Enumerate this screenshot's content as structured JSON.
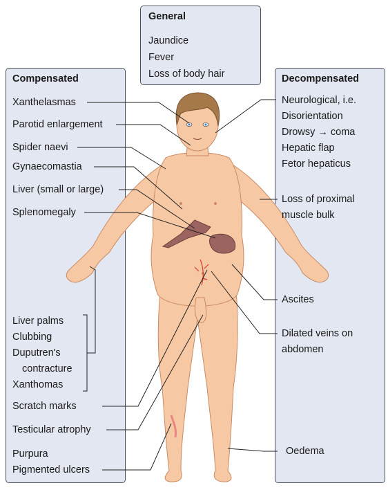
{
  "general": {
    "title": "General",
    "items": [
      "Jaundice",
      "Fever",
      "Loss of body hair"
    ]
  },
  "compensated": {
    "title": "Compensated",
    "labels": {
      "xanthelasmas": "Xanthelasmas",
      "parotid": "Parotid enlargement",
      "spider": "Spider naevi",
      "gynaeco": "Gynaecomastia",
      "liver": "Liver (small or large)",
      "spleno": "Splenomegaly",
      "palms": "Liver palms",
      "clubbing": "Clubbing",
      "dupuytren1": "Duputren's",
      "dupuytren2": "contracture",
      "xanthomas": "Xanthomas",
      "scratch": "Scratch marks",
      "testicular": "Testicular atrophy",
      "purpura": "Purpura",
      "ulcers": "Pigmented ulcers"
    }
  },
  "decompensated": {
    "title": "Decompensated",
    "labels": {
      "neuro": "Neurological, i.e.",
      "disorientation": "Disorientation",
      "drowsy": "Drowsy → coma",
      "flap": "Hepatic flap",
      "fetor": "Fetor hepaticus",
      "proximal1": "Loss of proximal",
      "proximal2": "muscle bulk",
      "ascites": "Ascites",
      "veins1": "Dilated veins on",
      "veins2": "abdomen",
      "oedema": "Oedema"
    }
  },
  "colors": {
    "skin": "#f6c8a4",
    "skin_outline": "#c98a64",
    "hair": "#a6794a",
    "organ": "#9c6460",
    "box_fill": "#e2e7f1",
    "box_border": "#4a4f5c",
    "leader": "#222222",
    "vein": "#d93a2b"
  }
}
